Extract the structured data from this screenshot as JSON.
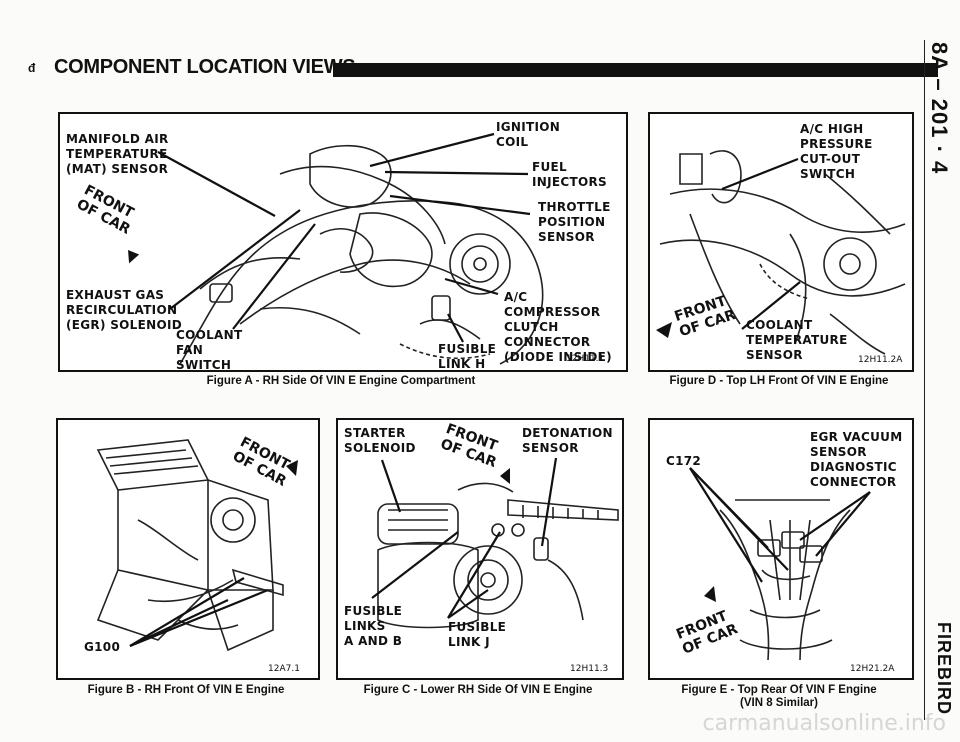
{
  "header": {
    "bullet": "đ",
    "title": "COMPONENT LOCATION VIEWS"
  },
  "side": {
    "page_ref": "8A – 201 · 4",
    "model": "FIREBIRD"
  },
  "figures": {
    "a": {
      "labels": {
        "mat": "MANIFOLD AIR\nTEMPERATURE\n(MAT) SENSOR",
        "ignition": "IGNITION\nCOIL",
        "fuel": "FUEL\nINJECTORS",
        "throttle": "THROTTLE\nPOSITION\nSENSOR",
        "egr": "EXHAUST GAS\nRECIRCULATION\n(EGR) SOLENOID",
        "ac": "A/C COMPRESSOR\nCLUTCH\nCONNECTOR\n(DIODE INSIDE)",
        "coolant_fan": "COOLANT\nFAN\nSWITCH",
        "fusible": "FUSIBLE\nLINK H"
      },
      "front": "FRONT\nOF CAR",
      "code": "12H11.1",
      "caption": "Figure A - RH Side Of VIN E Engine Compartment"
    },
    "b": {
      "labels": {
        "ground": "G100"
      },
      "front": "FRONT\nOF CAR",
      "code": "12A7.1",
      "caption": "Figure B - RH Front Of VIN E Engine"
    },
    "c": {
      "labels": {
        "starter": "STARTER\nSOLENOID",
        "detonation": "DETONATION\nSENSOR",
        "fusible_ab": "FUSIBLE\nLINKS\nA AND B",
        "fusible_j": "FUSIBLE\nLINK J"
      },
      "front": "FRONT\nOF CAR",
      "code": "12H11.3",
      "caption": "Figure C - Lower RH Side Of VIN E Engine"
    },
    "d": {
      "labels": {
        "ac_switch": "A/C HIGH\nPRESSURE\nCUT-OUT\nSWITCH",
        "coolant_temp": "COOLANT\nTEMPERATURE\nSENSOR"
      },
      "front": "FRONT\nOF CAR",
      "code": "12H11.2A",
      "caption": "Figure D - Top LH Front Of VIN E Engine"
    },
    "e": {
      "labels": {
        "c172": "C172",
        "egr_vac": "EGR VACUUM\nSENSOR\nDIAGNOSTIC\nCONNECTOR"
      },
      "front": "FRONT\nOF CAR",
      "code": "12H21.2A",
      "caption": "Figure E - Top Rear Of VIN F Engine\n(VIN 8 Similar)"
    }
  },
  "watermark": "carmanualsonline.info"
}
